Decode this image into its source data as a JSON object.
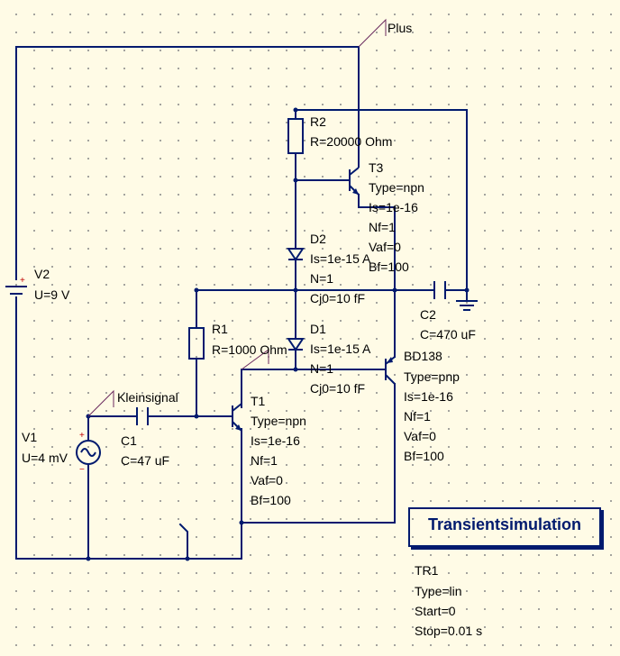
{
  "wire_labels": {
    "supply": "Plus",
    "input": "Kleinsignal"
  },
  "components": {
    "V2": {
      "name": "V2",
      "value": "U=9 V"
    },
    "V1": {
      "name": "V1",
      "value": "U=4 mV"
    },
    "R2": {
      "name": "R2",
      "value": "R=20000 Ohm"
    },
    "R1": {
      "name": "R1",
      "value": "R=1000 Ohm"
    },
    "C1": {
      "name": "C1",
      "value": "C=47 uF"
    },
    "C2": {
      "name": "C2",
      "value": "C=470 uF"
    },
    "D2": {
      "name": "D2",
      "params": [
        "Is=1e-15 A",
        "N=1",
        "Cj0=10 fF"
      ]
    },
    "D1": {
      "name": "D1",
      "params": [
        "Is=1e-15 A",
        "N=1",
        "Cj0=10 fF"
      ]
    },
    "T3": {
      "name": "T3",
      "params": [
        "Type=npn",
        "Is=1e-16",
        "Nf=1",
        "Vaf=0",
        "Bf=100"
      ]
    },
    "T1": {
      "name": "T1",
      "params": [
        "Type=npn",
        "Is=1e-16",
        "Nf=1",
        "Vaf=0",
        "Bf=100"
      ]
    },
    "BD138": {
      "name": "BD138",
      "params": [
        "Type=pnp",
        "Is=1e-16",
        "Nf=1",
        "Vaf=0",
        "Bf=100"
      ]
    }
  },
  "simulation": {
    "title": "Transientsimulation",
    "name": "TR1",
    "params": [
      "Type=lin",
      "Start=0",
      "Stop=0.01 s"
    ]
  },
  "colors": {
    "wire": "#001a6e",
    "background": "#fffbe6",
    "grid_dot": "#8a8a8a",
    "label_line": "#6b2a5e",
    "polarity": "#c00000"
  }
}
